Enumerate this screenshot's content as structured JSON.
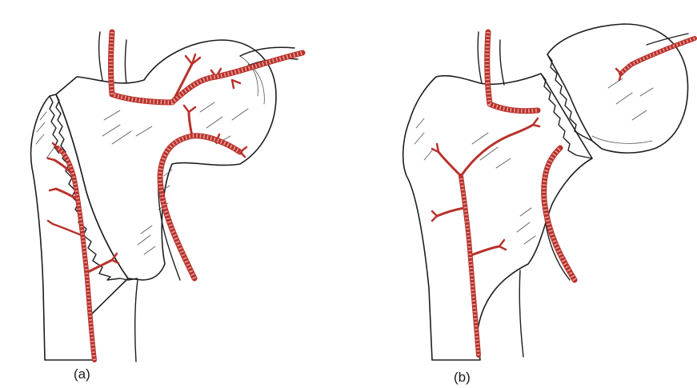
{
  "panels": [
    {
      "id": "a",
      "label": "(a)"
    },
    {
      "id": "b",
      "label": "(b)"
    }
  ],
  "colors": {
    "vessel": "#b8322c",
    "bone_fill": "#ffffff",
    "outline": "#1e1e1e"
  }
}
